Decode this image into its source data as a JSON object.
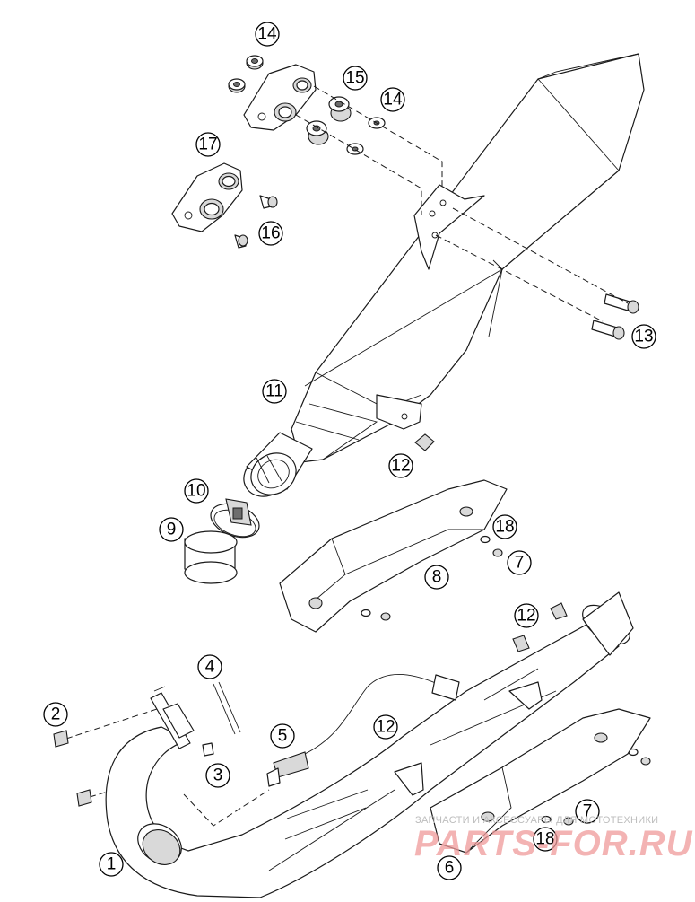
{
  "callouts": [
    {
      "label": "1"
    },
    {
      "label": "2"
    },
    {
      "label": "3"
    },
    {
      "label": "4"
    },
    {
      "label": "5"
    },
    {
      "label": "6"
    },
    {
      "label": "7"
    },
    {
      "label": "7"
    },
    {
      "label": "8"
    },
    {
      "label": "9"
    },
    {
      "label": "10"
    },
    {
      "label": "11"
    },
    {
      "label": "12"
    },
    {
      "label": "12"
    },
    {
      "label": "12"
    },
    {
      "label": "13"
    },
    {
      "label": "14"
    },
    {
      "label": "14"
    },
    {
      "label": "15"
    },
    {
      "label": "16"
    },
    {
      "label": "17"
    },
    {
      "label": "18"
    },
    {
      "label": "18"
    }
  ],
  "watermark": {
    "tagline": "ЗАПЧАСТИ И АКСЕССУАРЫ ДЛЯ МОТОТЕХНИКИ",
    "logo": "PARTS-FOR.RU",
    "logo_color": "#ef9a9a"
  }
}
